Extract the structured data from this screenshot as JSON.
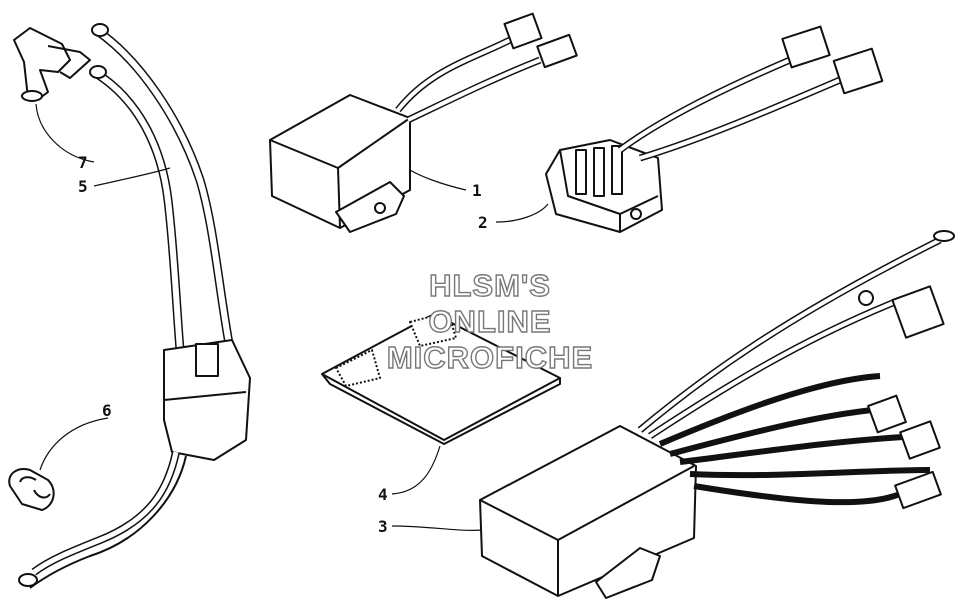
{
  "callouts": [
    {
      "label": "1"
    },
    {
      "label": "2"
    },
    {
      "label": "3"
    },
    {
      "label": "4"
    },
    {
      "label": "5"
    },
    {
      "label": "6"
    },
    {
      "label": "7"
    }
  ],
  "watermark": {
    "line1": "HLSM'S",
    "line2": "ONLINE",
    "line3": "MICROFICHE"
  }
}
